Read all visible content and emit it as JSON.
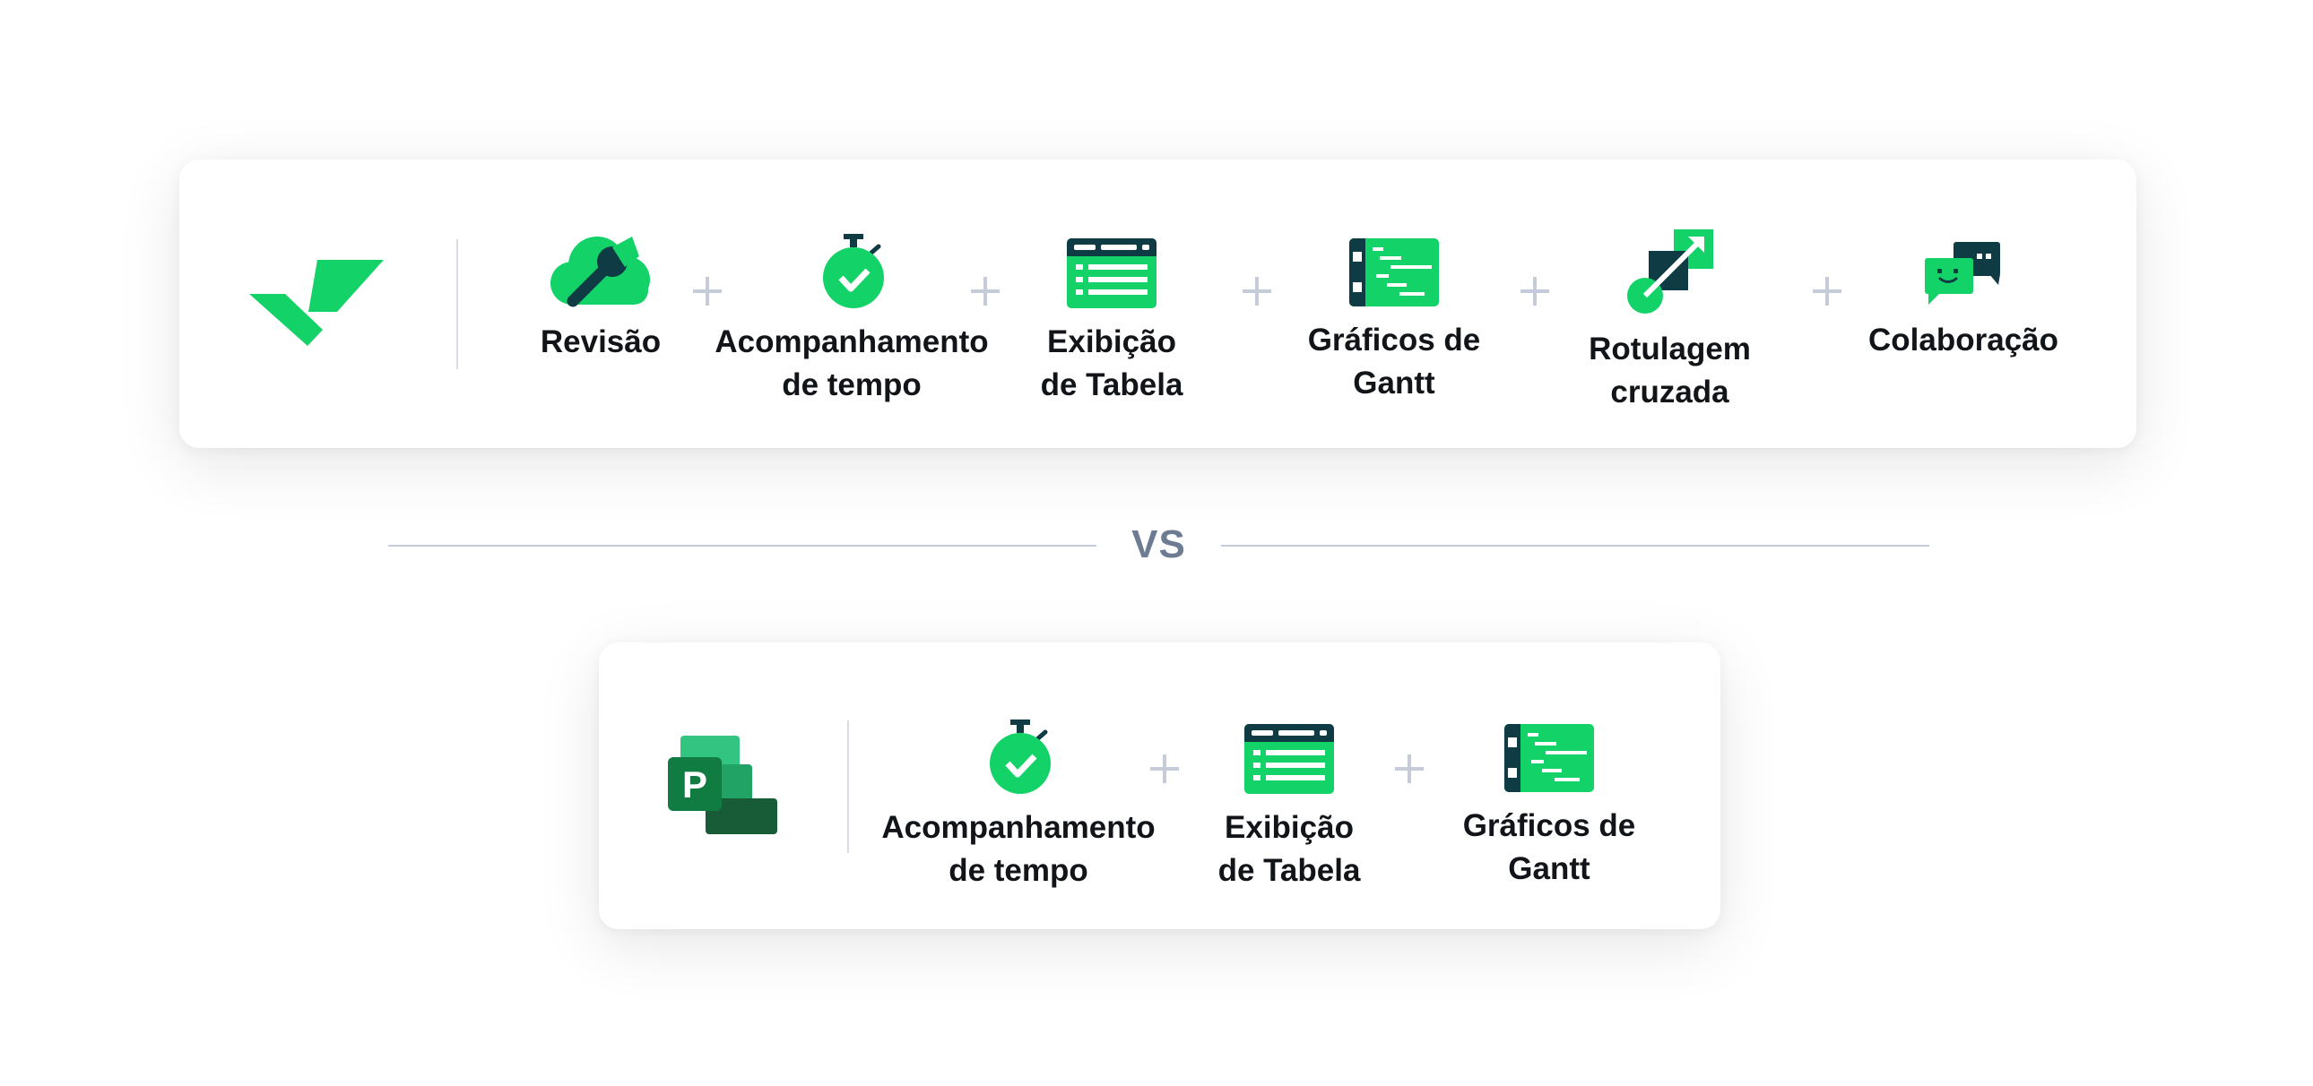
{
  "colors": {
    "green": "#13d268",
    "dark_teal": "#0f3b45",
    "plus_gray": "#c5cbd9",
    "vs_gray": "#6d7b93"
  },
  "top_card": {
    "logo_icon": "wrike-checkmark-logo",
    "features": [
      {
        "label": "Revisão",
        "icon": "cloud-wrench-icon"
      },
      {
        "label": "Acompanhamento\nde tempo",
        "icon": "stopwatch-check-icon"
      },
      {
        "label": "Exibição\nde Tabela",
        "icon": "table-view-icon"
      },
      {
        "label": "Gráficos de\nGantt",
        "icon": "gantt-chart-icon"
      },
      {
        "label": "Rotulagem\ncruzada",
        "icon": "cross-tag-arrow-icon"
      },
      {
        "label": "Colaboração",
        "icon": "chat-bubbles-icon"
      }
    ]
  },
  "separator": {
    "label": "VS"
  },
  "bottom_card": {
    "logo_icon": "ms-project-logo",
    "logo_letter": "P",
    "features": [
      {
        "label": "Acompanhamento\nde tempo",
        "icon": "stopwatch-check-icon"
      },
      {
        "label": "Exibição\nde Tabela",
        "icon": "table-view-icon"
      },
      {
        "label": "Gráficos de\nGantt",
        "icon": "gantt-chart-icon"
      }
    ]
  }
}
